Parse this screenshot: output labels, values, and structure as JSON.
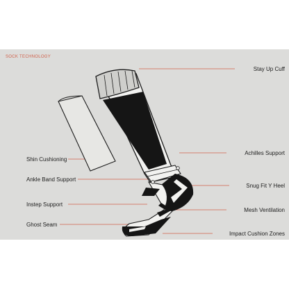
{
  "header": "SOCK TECHNOLOGY",
  "colors": {
    "accent": "#d0604a",
    "background": "#dcdcda",
    "ink": "#1c1c1c"
  },
  "labels": {
    "stay_up_cuff": "Stay Up Cuff",
    "shin_cushioning": "Shin Cushioning",
    "achilles_support": "Achilles Support",
    "ankle_band_support": "Ankle Band Support",
    "snug_fit_y_heel": "Snug Fit Y Heel",
    "instep_support": "Instep Support",
    "mesh_ventilation": "Mesh Ventilation",
    "ghost_seam": "Ghost Seam",
    "impact_cushion_zones": "Impact Cushion Zones"
  }
}
